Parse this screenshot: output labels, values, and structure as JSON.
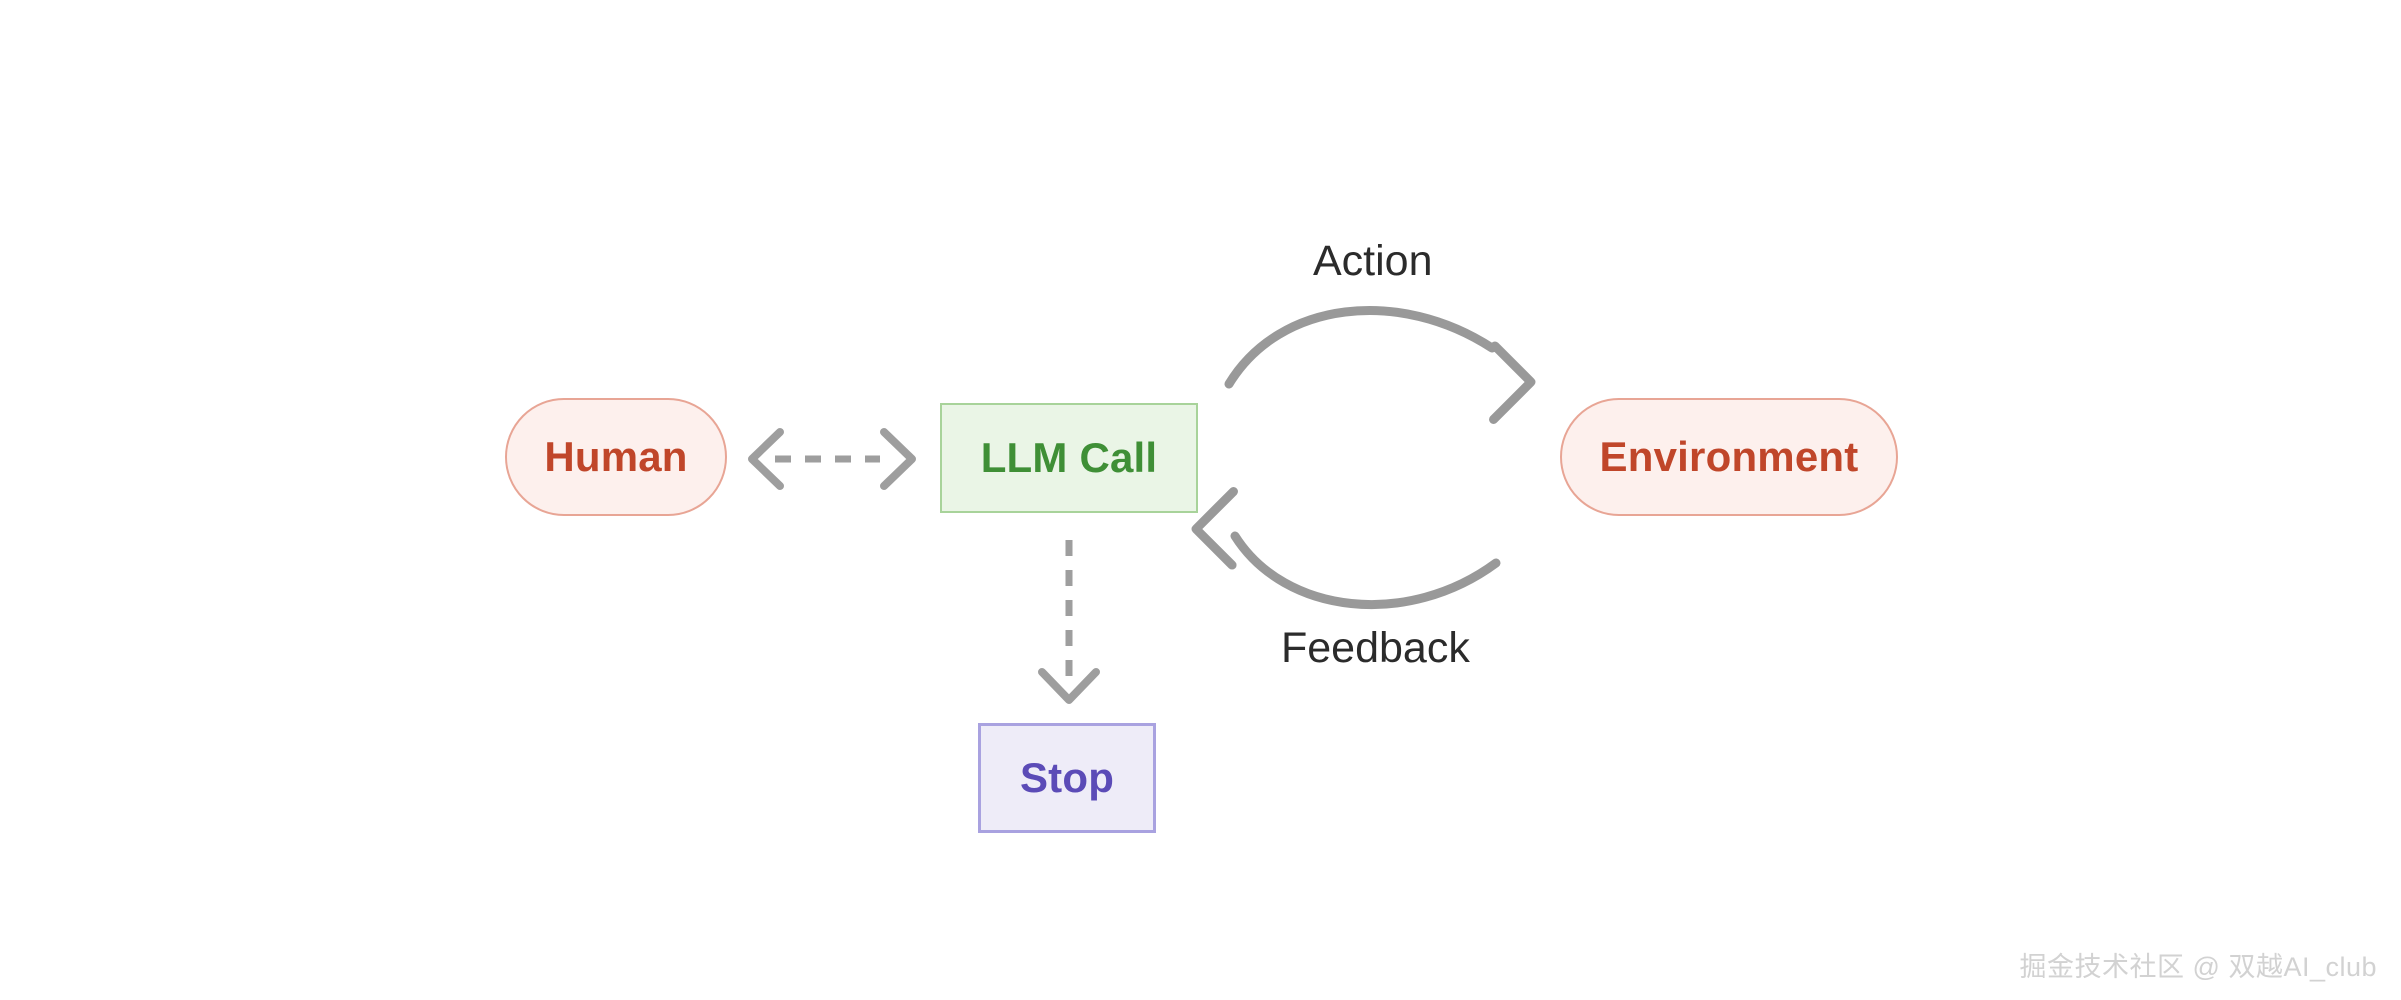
{
  "diagram": {
    "background_color": "#ffffff",
    "nodes": [
      {
        "id": "human",
        "label": "Human",
        "shape": "stadium",
        "fill": "#fdf0ed",
        "stroke": "#e8a595",
        "text_color": "#c0462a"
      },
      {
        "id": "llm_call",
        "label": "LLM Call",
        "shape": "rectangle",
        "fill": "#eaf5e6",
        "stroke": "#a8d39a",
        "text_color": "#3f8f36"
      },
      {
        "id": "environment",
        "label": "Environment",
        "shape": "stadium",
        "fill": "#fdf0ed",
        "stroke": "#e8a595",
        "text_color": "#c0462a"
      },
      {
        "id": "stop",
        "label": "Stop",
        "shape": "rectangle",
        "fill": "#eeecf8",
        "stroke": "#a9a2e0",
        "text_color": "#5b4bb7"
      }
    ],
    "edges": [
      {
        "id": "human-llm",
        "from": "human",
        "to": "llm_call",
        "label": "",
        "style": "dashed",
        "direction": "bidirectional",
        "color": "#9e9e9e"
      },
      {
        "id": "llm-stop",
        "from": "llm_call",
        "to": "stop",
        "label": "",
        "style": "dashed",
        "direction": "forward",
        "color": "#9e9e9e"
      },
      {
        "id": "llm-environment",
        "from": "llm_call",
        "to": "environment",
        "label": "Action",
        "style": "solid-curved",
        "direction": "forward",
        "color": "#999999"
      },
      {
        "id": "environment-llm",
        "from": "environment",
        "to": "llm_call",
        "label": "Feedback",
        "style": "solid-curved",
        "direction": "forward",
        "color": "#999999"
      }
    ],
    "label_color": "#2b2b2b"
  },
  "watermark": {
    "text": "掘金技术社区 @ 双越AI_club",
    "color": "#d2d2d2"
  }
}
